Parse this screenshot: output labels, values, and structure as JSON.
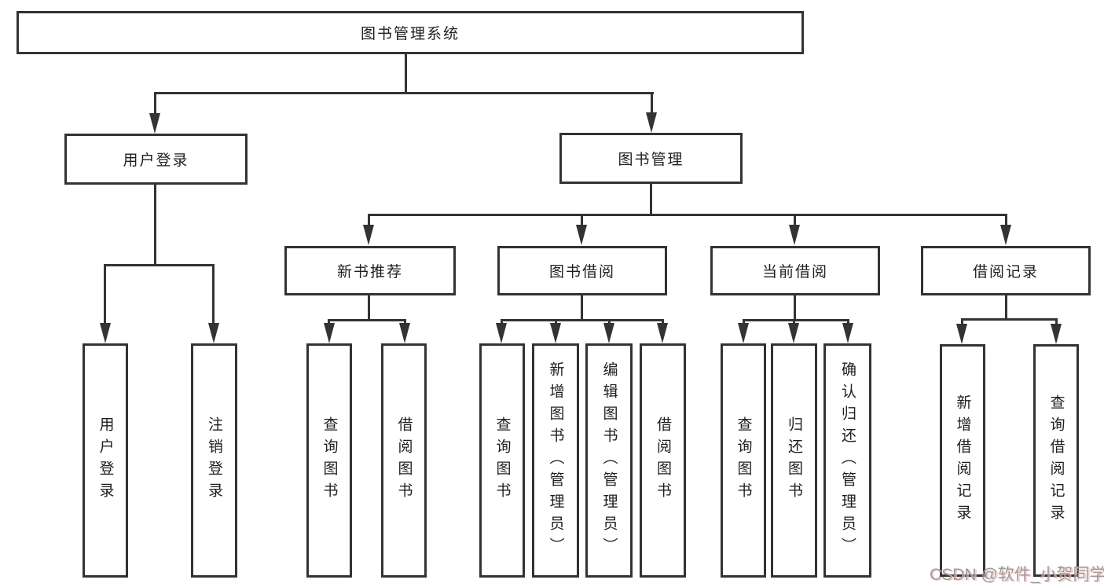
{
  "root": {
    "label": "图书管理系统"
  },
  "level2": [
    {
      "label": "用户登录"
    },
    {
      "label": "图书管理"
    }
  ],
  "level3": [
    {
      "label": "新书推荐"
    },
    {
      "label": "图书借阅"
    },
    {
      "label": "当前借阅"
    },
    {
      "label": "借阅记录"
    }
  ],
  "leaves": [
    {
      "label": "用户登录"
    },
    {
      "label": "注销登录"
    },
    {
      "label": "查询图书"
    },
    {
      "label": "借阅图书"
    },
    {
      "label": "查询图书"
    },
    {
      "label": "新增图书（管理员）"
    },
    {
      "label": "编辑图书（管理员）"
    },
    {
      "label": "借阅图书"
    },
    {
      "label": "查询图书"
    },
    {
      "label": "归还图书"
    },
    {
      "label": "确认归还（管理员）"
    },
    {
      "label": "新增借阅记录"
    },
    {
      "label": "查询借阅记录"
    }
  ],
  "watermark": {
    "text": "CSDN @软件_小贺同学"
  },
  "colors": {
    "line": "#333333",
    "text": "#1f1f1f",
    "background": "#ffffff",
    "watermark": "#9e9a9a",
    "watermark_accent": "#f3bcbc"
  }
}
